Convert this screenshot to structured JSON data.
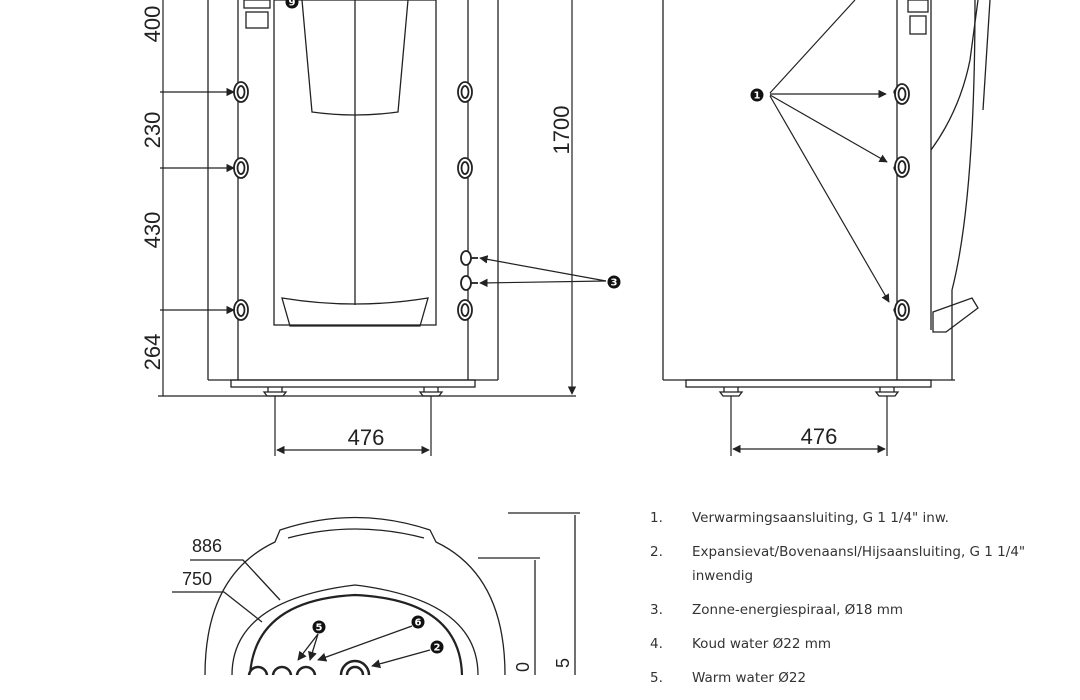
{
  "front_view": {
    "dimensions": {
      "d400": "400",
      "d230": "230",
      "d430": "430",
      "d264": "264",
      "height": "1700",
      "feet": "476"
    },
    "callouts": [
      "9",
      "3"
    ]
  },
  "side_view": {
    "dimensions": {
      "feet": "476"
    },
    "callouts": [
      "1"
    ]
  },
  "top_view": {
    "dimensions": {
      "outer": "886",
      "inner": "750",
      "right1": "5",
      "right2": "0"
    },
    "callouts": [
      "5",
      "6",
      "2"
    ]
  },
  "legend": [
    {
      "num": "1.",
      "text": "Verwarmingsaansluiting, G 1 1/4\" inw."
    },
    {
      "num": "2.",
      "text": "Expansievat/Bovenaansl/Hijsaansluiting, G 1 1/4\" inwendig"
    },
    {
      "num": "3.",
      "text": "Zonne-energiespiraal, Ø18 mm"
    },
    {
      "num": "4.",
      "text": "Koud water Ø22 mm"
    },
    {
      "num": "5.",
      "text": "Warm water Ø22"
    }
  ]
}
